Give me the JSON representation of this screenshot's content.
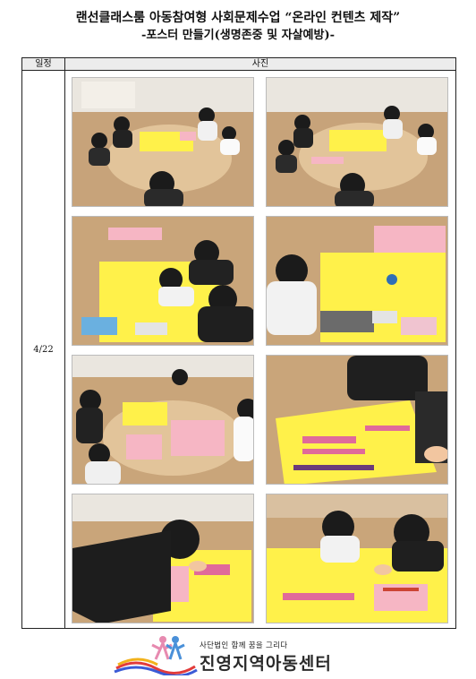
{
  "title": {
    "line1": "랜선클래스룸 아동참여형 사회문제수업 “온라인 컨텐츠 제작”",
    "line2": "-포스터 만들기(생명존중 및 자살예방)-"
  },
  "table": {
    "header_date": "일정",
    "header_photos": "사진",
    "date": "4/22"
  },
  "footer": {
    "subtitle": "사단법인 함께 꿈을 그리다",
    "org_name": "진영지역아동센터"
  },
  "colors": {
    "poster_yellow": "#fff14a",
    "floor": "#c9a57a",
    "table_wood": "#d9b98a",
    "hair": "#1b1b1b",
    "paper_pink": "#f6b6c4"
  }
}
